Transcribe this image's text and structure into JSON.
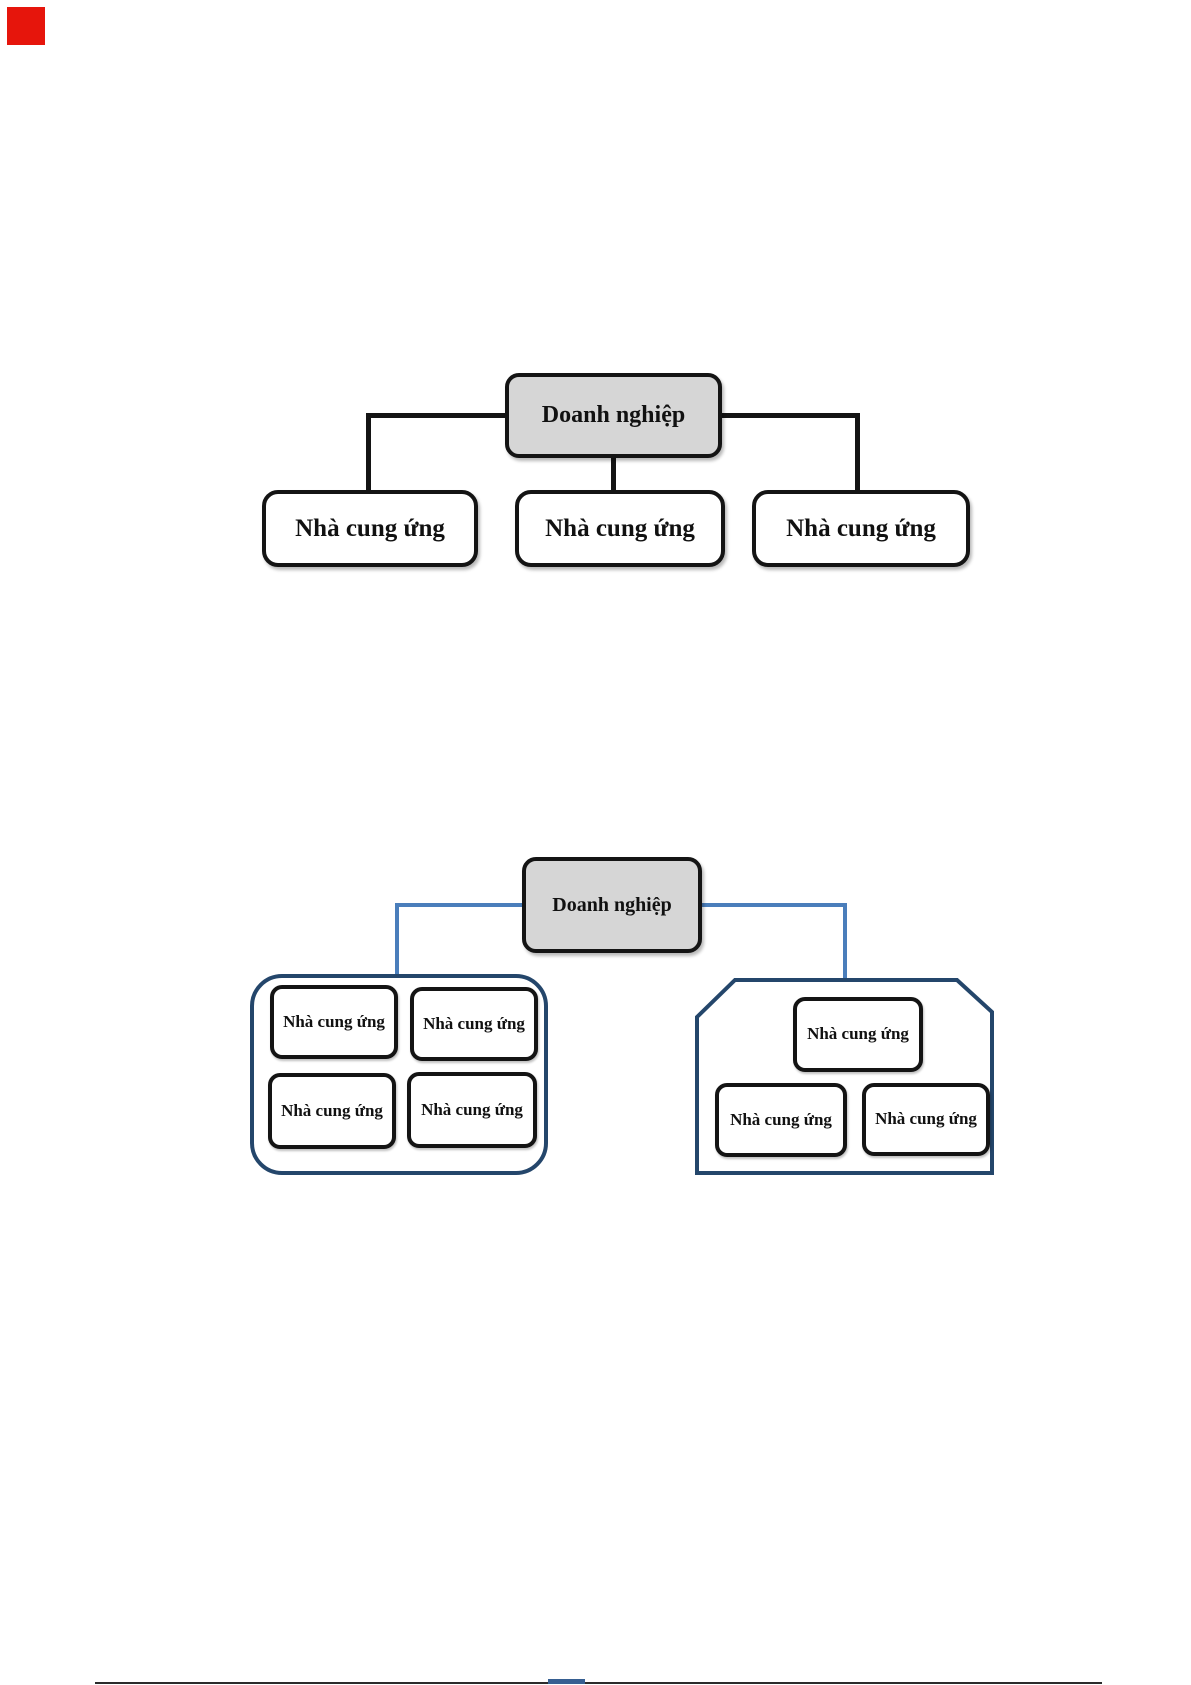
{
  "diagram1": {
    "root_label": "Doanh nghiệp",
    "children": [
      "Nhà cung ứng",
      "Nhà cung ứng",
      "Nhà cung ứng"
    ]
  },
  "diagram2": {
    "root_label": "Doanh nghiệp",
    "cluster1": {
      "items": [
        "Nhà cung ứng",
        "Nhà cung ứng",
        "Nhà cung ứng",
        "Nhà cung ứng"
      ]
    },
    "cluster2": {
      "items": [
        "Nhà cung ứng",
        "Nhà cung ứng",
        "Nhà cung ứng"
      ]
    }
  },
  "colors": {
    "root_fill": "#d6d6d6",
    "box_border": "#141414",
    "black_connector": "#141414",
    "blue_connector": "#4a7ebb",
    "cluster_border": "#24466b",
    "corner_mark": "#e6150c",
    "footer_dash": "#365f91"
  }
}
